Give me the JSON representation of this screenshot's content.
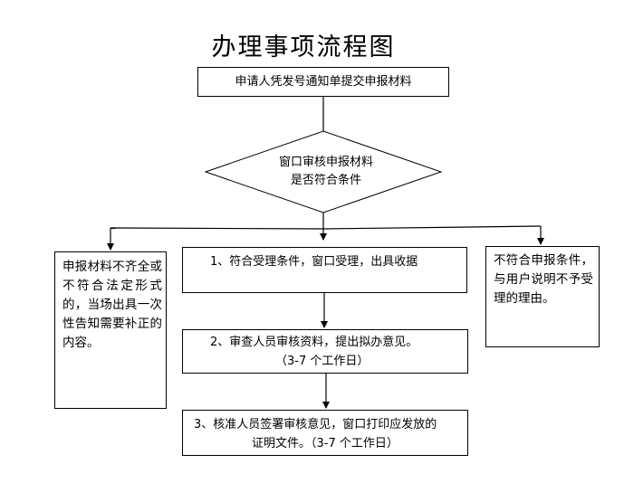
{
  "title": "办理事项流程图",
  "start": "申请人凭发号通知单提交申报材料",
  "decision": [
    "窗口审核申报材料",
    "是否符合条件"
  ],
  "left_box": "申报材料不齐全或不符合法定形式的，当场出具一次性告知需要补正的内容。",
  "right_box": "不符合申报条件，与用户说明不予受理的理由。",
  "step1": "1、符合受理条件，窗口受理，出具收据",
  "step2": [
    "2、审查人员审核资料，提出拟办意见。",
    "（3-7 个工作日）"
  ],
  "step3": [
    "3、核准人员签署审核意见，窗口打印应发放的",
    "证明文件。（3-7 个工作日）"
  ]
}
